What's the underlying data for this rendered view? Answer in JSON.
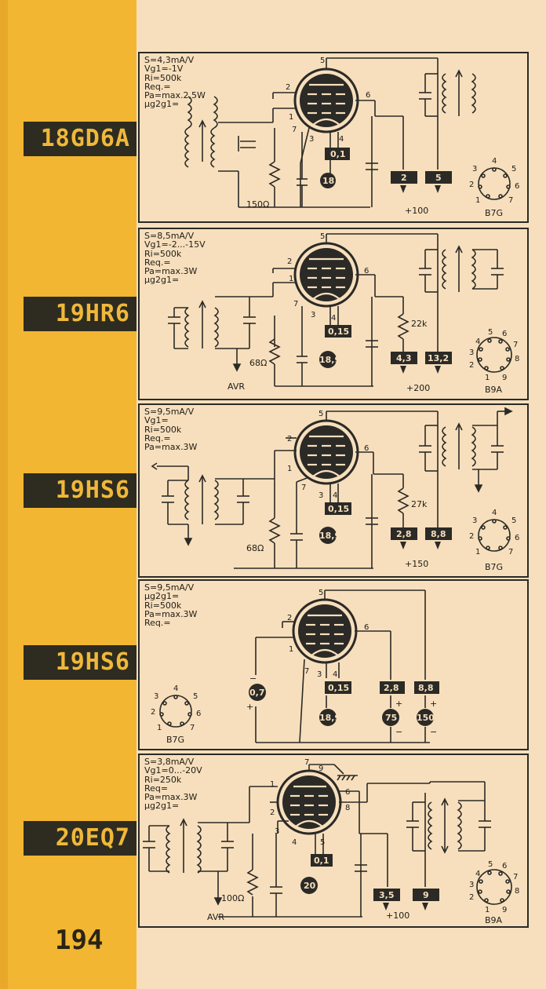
{
  "page_number": "194",
  "entries": [
    {
      "tube": "18GD6A",
      "specs": [
        "S=4,3mA/V",
        "Vg1=-1V",
        "Ri=500k",
        "Req.=",
        "Pa=max.2,5W",
        "µg2g1="
      ],
      "pins": {
        "p1": "1",
        "p2": "2",
        "p3": "3",
        "p4": "4",
        "p5": "5",
        "p6": "6",
        "p7": "7"
      },
      "heater_current": "0,1",
      "heater_voltage": "18",
      "resistor": "150Ω",
      "boxes": [
        "2",
        "5"
      ],
      "supply": "+100",
      "base": "B7G",
      "base_pins": [
        "1",
        "2",
        "3",
        "4",
        "5",
        "6",
        "7"
      ]
    },
    {
      "tube": "19HR6",
      "specs": [
        "S=8,5mA/V",
        "Vg1=-2...-15V",
        "Ri=500k",
        "Req.=",
        "Pa=max.3W",
        "µg2g1="
      ],
      "pins": {
        "p1": "1",
        "p2": "2",
        "p3": "3",
        "p4": "4",
        "p5": "5",
        "p6": "6",
        "p7": "7"
      },
      "heater_current": "0,15",
      "heater_voltage": "18,9",
      "resistor": "68Ω",
      "screen_resistor": "22k",
      "boxes": [
        "4,3",
        "13,2"
      ],
      "supply": "+200",
      "agc": "AVR",
      "base": "B9A",
      "base_pins": [
        "1",
        "2",
        "3",
        "4",
        "5",
        "6",
        "7",
        "8",
        "9"
      ]
    },
    {
      "tube": "19HS6",
      "specs": [
        "S=9,5mA/V",
        "Vg1=",
        "Ri=500k",
        "Req.=",
        "Pa=max.3W"
      ],
      "pins": {
        "p1": "1",
        "p2": "2",
        "p3": "3",
        "p4": "4",
        "p5": "5",
        "p6": "6",
        "p7": "7"
      },
      "heater_current": "0,15",
      "heater_voltage": "18,9",
      "resistor": "68Ω",
      "screen_resistor": "27k",
      "boxes": [
        "2,8",
        "8,8"
      ],
      "supply": "+150",
      "base": "B7G",
      "base_pins": [
        "1",
        "2",
        "3",
        "4",
        "5",
        "6",
        "7"
      ]
    },
    {
      "tube": "19HS6",
      "specs": [
        "S=9,5mA/V",
        "µg2g1=",
        "Ri=500k",
        "Pa=max.3W",
        "Req.="
      ],
      "pins": {
        "p1": "1",
        "p2": "2",
        "p3": "3",
        "p4": "4",
        "p5": "5",
        "p6": "6",
        "p7": "7"
      },
      "heater_current": "0,15",
      "heater_voltage": "18,9",
      "grid_voltage": "0,7",
      "boxes": [
        "2,8",
        "8,8"
      ],
      "circles": [
        "75",
        "150"
      ],
      "base": "B7G",
      "base_pins": [
        "1",
        "2",
        "3",
        "4",
        "5",
        "6",
        "7"
      ]
    },
    {
      "tube": "20EQ7",
      "specs": [
        "S=3,8mA/V",
        "Vg1=0...-20V",
        "Ri=250k",
        "Req=",
        "Pa=max.3W",
        "µg2g1="
      ],
      "pins": {
        "p1": "1",
        "p2": "2",
        "p3": "3",
        "p4": "4",
        "p5": "5",
        "p6": "6",
        "p7": "7",
        "p8": "8",
        "p9": "9"
      },
      "heater_current": "0,1",
      "heater_voltage": "20",
      "resistor": "100Ω",
      "boxes": [
        "3,5",
        "9"
      ],
      "supply": "+100",
      "agc": "AVR",
      "base": "B9A",
      "base_pins": [
        "1",
        "2",
        "3",
        "4",
        "5",
        "6",
        "7",
        "8",
        "9"
      ]
    }
  ],
  "colors": {
    "strip": "#f2b632",
    "paper": "#f7dfbd",
    "ink": "#2b2a26",
    "tag_text": "#f0b83a"
  }
}
